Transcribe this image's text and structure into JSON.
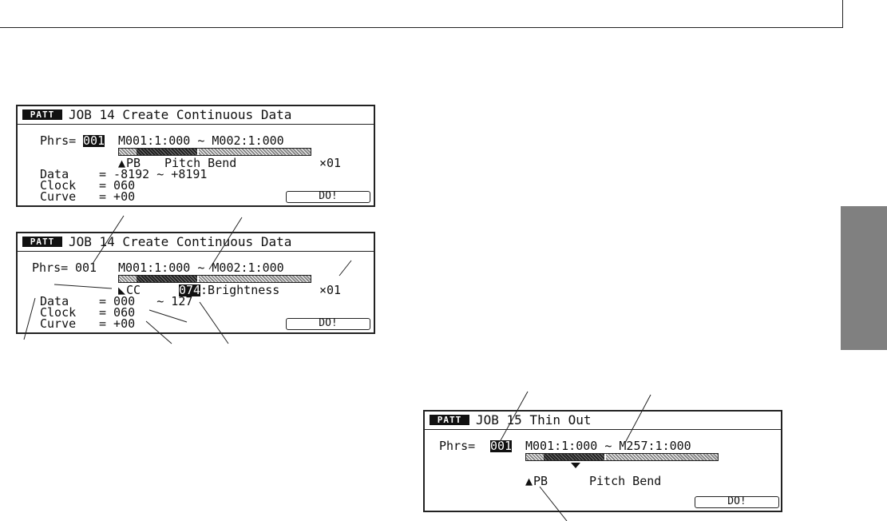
{
  "screen1": {
    "mode": "PATT",
    "title": "JOB 14 Create Continuous Data",
    "phrs_label": "Phrs=",
    "phrs_value": "001",
    "range": "M001:1:000 ~ M002:1:000",
    "event_icon": "▲",
    "event_code": "PB",
    "event_name": "Pitch Bend",
    "multiplier": "×01",
    "data_label": "Data",
    "data_value": "= -8192 ~ +8191",
    "clock_label": "Clock",
    "clock_value": "= 060",
    "curve_label": "Curve",
    "curve_value": "= +00",
    "do_label": "DO!"
  },
  "screen2": {
    "mode": "PATT",
    "title": "JOB 14 Create Continuous Data",
    "phrs_label": "Phrs=",
    "phrs_value": "001",
    "range": "M001:1:000 ~ M002:1:000",
    "event_icon": "◣",
    "event_code": "CC",
    "cc_number": "074",
    "cc_name": ":Brightness",
    "multiplier": "×01",
    "data_label": "Data",
    "data_value": "= 000   ~ 127",
    "clock_label": "Clock",
    "clock_value": "= 060",
    "curve_label": "Curve",
    "curve_value": "= +00",
    "do_label": "DO!"
  },
  "screen3": {
    "mode": "PATT",
    "title": "JOB 15 Thin Out",
    "phrs_label": "Phrs=",
    "phrs_value": "001",
    "range": "M001:1:000 ~ M257:1:000",
    "event_icon": "▲",
    "event_code": "PB",
    "event_name": "Pitch Bend",
    "do_label": "DO!"
  }
}
